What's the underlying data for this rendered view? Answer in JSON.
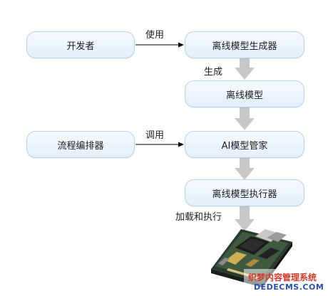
{
  "nodes": {
    "developer": "开发者",
    "generator": "离线模型生成器",
    "offline_model": "离线模型",
    "orchestrator": "流程编排器",
    "ai_manager": "AI模型管家",
    "executor": "离线模型执行器"
  },
  "edges": {
    "use": "使用",
    "generate": "生成",
    "invoke": "调用",
    "load_execute": "加载和执行"
  },
  "watermark": {
    "line1": "织梦内容管理系统",
    "line2": "DEDECMS.COM"
  },
  "colors": {
    "node_fill": "#e3effb",
    "node_border": "#b7d3ee",
    "arrow_gray": "#c8c8c8",
    "line": "#000000"
  }
}
